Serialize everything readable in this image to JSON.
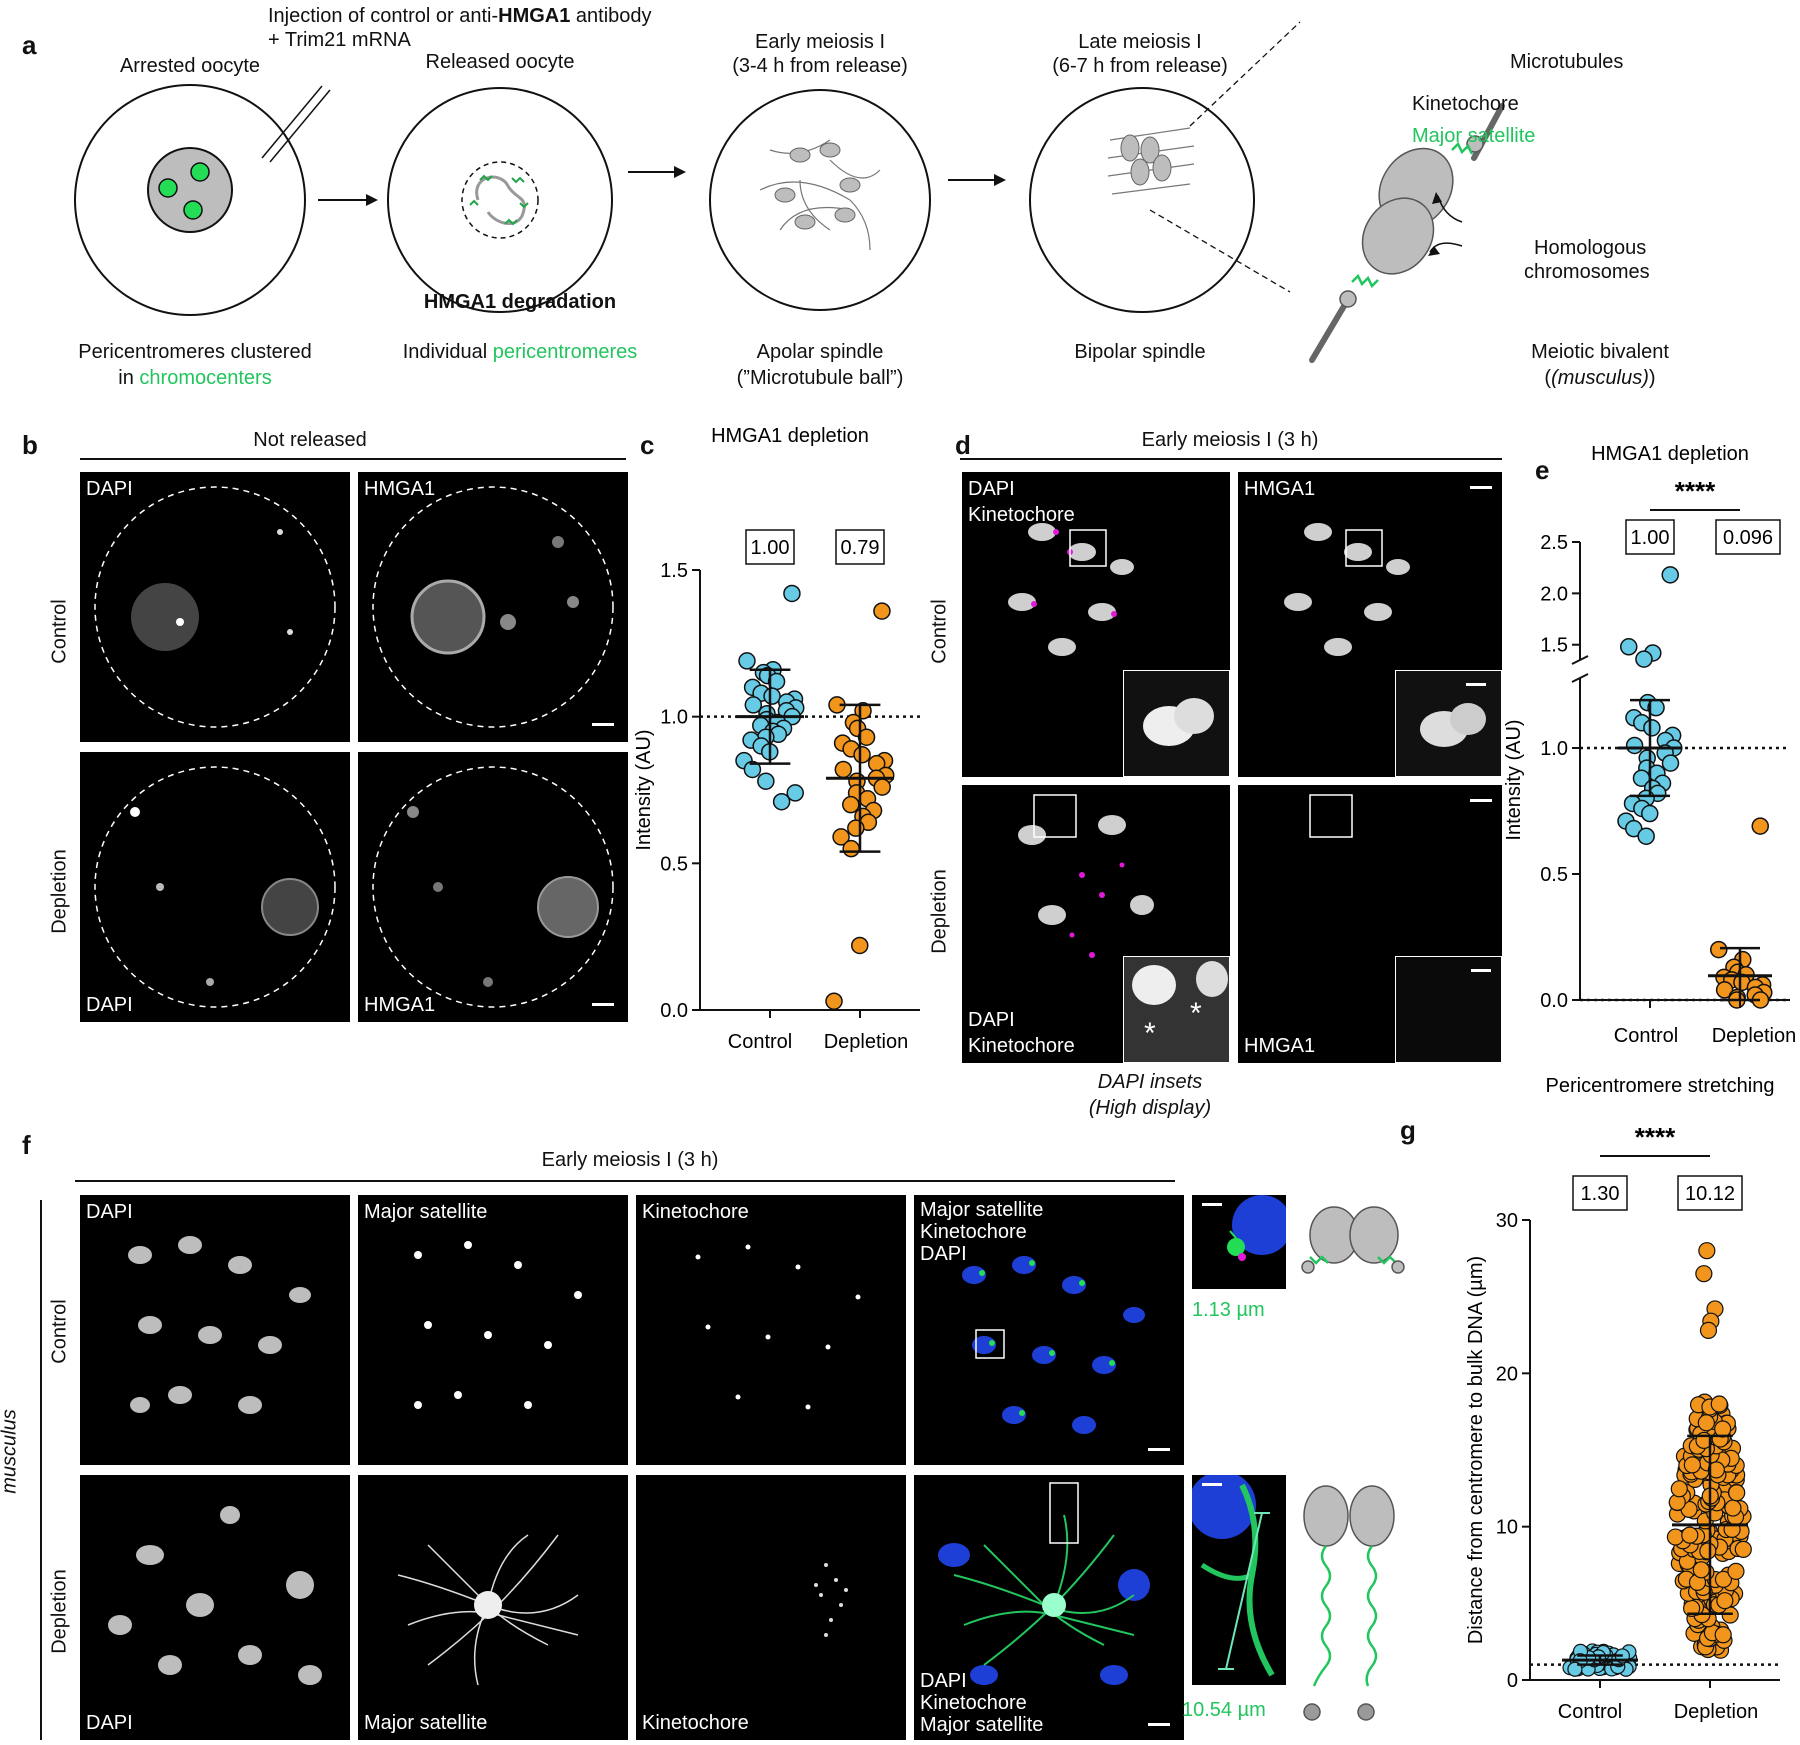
{
  "panel_letters": {
    "a": "a",
    "b": "b",
    "c": "c",
    "d": "d",
    "e": "e",
    "f": "f",
    "g": "g"
  },
  "panel_a": {
    "injection_line1_pre": "Injection of control or anti-",
    "injection_line1_bold": "HMGA1",
    "injection_line1_post": " antibody",
    "injection_line2": "+ Trim21 mRNA",
    "stage1_title": "Arrested oocyte",
    "stage2_title": "Released oocyte",
    "stage3_title_1": "Early meiosis I",
    "stage3_title_2": "(3-4 h from release)",
    "stage4_title_1": "Late meiosis I",
    "stage4_title_2": "(6-7 h from release)",
    "degradation": "HMGA1 degradation",
    "stage1_caption_1": "Pericentromeres clustered",
    "stage1_caption_2_pre": "in ",
    "stage1_caption_2_green": "chromocenters",
    "stage2_caption_pre": "Individual ",
    "stage2_caption_green": "pericentromeres",
    "stage3_caption_1": "Apolar spindle",
    "stage3_caption_2": "(”Microtubule ball”)",
    "stage4_caption": "Bipolar spindle",
    "bivalent_microtubules": "Microtubules",
    "bivalent_kinetochore": "Kinetochore",
    "bivalent_major_satellite": "Major satellite",
    "bivalent_homologous_1": "Homologous",
    "bivalent_homologous_2": "chromosomes",
    "bivalent_caption_1": "Meiotic bivalent",
    "bivalent_caption_2": "(musculus)"
  },
  "panel_b": {
    "header": "Not released",
    "rows": [
      "Control",
      "Depletion"
    ],
    "channels": [
      "DAPI",
      "HMGA1"
    ]
  },
  "panel_d": {
    "header": "Early meiosis I (3 h)",
    "rows": [
      "Control",
      "Depletion"
    ],
    "label_dapi": "DAPI",
    "label_kinetochore": "Kinetochore",
    "label_hmga1": "HMGA1",
    "caption_1": "DAPI insets",
    "caption_2": "(High display)",
    "asterisk": "*"
  },
  "panel_f": {
    "header": "Early meiosis I (3 h)",
    "side_label": "musculus",
    "rows": [
      "Control",
      "Depletion"
    ],
    "label_dapi": "DAPI",
    "label_major_satellite": "Major satellite",
    "label_kinetochore": "Kinetochore",
    "control_distance": "1.13 µm",
    "depletion_distance": "10.54 µm"
  },
  "colors": {
    "control": "#67cbe6",
    "depletion": "#f2951c",
    "green": "#22c55e",
    "magenta": "#e11ad8",
    "blue": "#3b82f6",
    "chromosome_gray": "#bdbdbd"
  },
  "chart_data": [
    {
      "panel": "c",
      "type": "scatter",
      "title": "HMGA1 depletion",
      "ylabel": "Intensity (AU)",
      "categories": [
        "Control",
        "Depletion"
      ],
      "ylim": [
        0,
        1.5
      ],
      "yticks": [
        "0.0",
        "0.5",
        "1.0",
        "1.5"
      ],
      "reference_line": 1.0,
      "mean_labels": [
        "1.00",
        "0.79"
      ],
      "series": [
        {
          "name": "Control",
          "mean": 1.0,
          "sd": 0.16,
          "values": [
            1.42,
            1.19,
            1.16,
            1.15,
            1.14,
            1.12,
            1.1,
            1.08,
            1.07,
            1.06,
            1.05,
            1.04,
            1.03,
            1.02,
            1.01,
            1.0,
            0.99,
            0.98,
            0.97,
            0.96,
            0.95,
            0.94,
            0.93,
            0.92,
            0.9,
            0.88,
            0.85,
            0.82,
            0.78,
            0.74,
            0.71
          ]
        },
        {
          "name": "Depletion",
          "mean": 0.79,
          "sd": 0.25,
          "values": [
            1.36,
            1.04,
            1.02,
            0.98,
            0.96,
            0.93,
            0.91,
            0.89,
            0.87,
            0.85,
            0.84,
            0.82,
            0.8,
            0.79,
            0.78,
            0.76,
            0.74,
            0.72,
            0.7,
            0.68,
            0.66,
            0.64,
            0.62,
            0.59,
            0.55,
            0.22,
            0.03
          ]
        }
      ]
    },
    {
      "panel": "e",
      "type": "scatter",
      "title": "HMGA1 depletion",
      "ylabel": "Intensity (AU)",
      "categories": [
        "Control",
        "Depletion"
      ],
      "ylim": [
        0,
        2.5
      ],
      "axis_break": [
        1.25,
        1.4
      ],
      "yticks": [
        "0.0",
        "0.5",
        "1.0",
        "1.5",
        "2.0",
        "2.5"
      ],
      "reference_lines": [
        1.0,
        0.0
      ],
      "mean_labels": [
        "1.00",
        "0.096"
      ],
      "significance": "****",
      "series": [
        {
          "name": "Control",
          "mean": 1.0,
          "sd": 0.19,
          "values": [
            2.18,
            1.48,
            1.42,
            1.36,
            1.18,
            1.16,
            1.12,
            1.1,
            1.08,
            1.05,
            1.03,
            1.01,
            1.0,
            0.98,
            0.96,
            0.94,
            0.92,
            0.9,
            0.88,
            0.86,
            0.84,
            0.82,
            0.8,
            0.78,
            0.76,
            0.74,
            0.71,
            0.68,
            0.65
          ]
        },
        {
          "name": "Depletion",
          "mean": 0.096,
          "sd": 0.11,
          "values": [
            0.69,
            0.2,
            0.16,
            0.13,
            0.11,
            0.1,
            0.09,
            0.08,
            0.07,
            0.06,
            0.05,
            0.04,
            0.03,
            0.02,
            0.01,
            0.0,
            0.0
          ]
        }
      ]
    },
    {
      "panel": "g",
      "type": "scatter",
      "title": "Pericentromere stretching",
      "ylabel": "Distance from centromere to bulk DNA (µm)",
      "categories": [
        "Control",
        "Depletion"
      ],
      "ylim": [
        0,
        30
      ],
      "yticks": [
        "0",
        "10",
        "20",
        "30"
      ],
      "reference_line": 1.0,
      "mean_labels": [
        "1.30",
        "10.12"
      ],
      "significance": "****",
      "series": [
        {
          "name": "Control",
          "mean": 1.3,
          "sd": 0.3
        },
        {
          "name": "Depletion",
          "mean": 10.12,
          "sd": 5.8,
          "max": 28
        }
      ]
    }
  ]
}
